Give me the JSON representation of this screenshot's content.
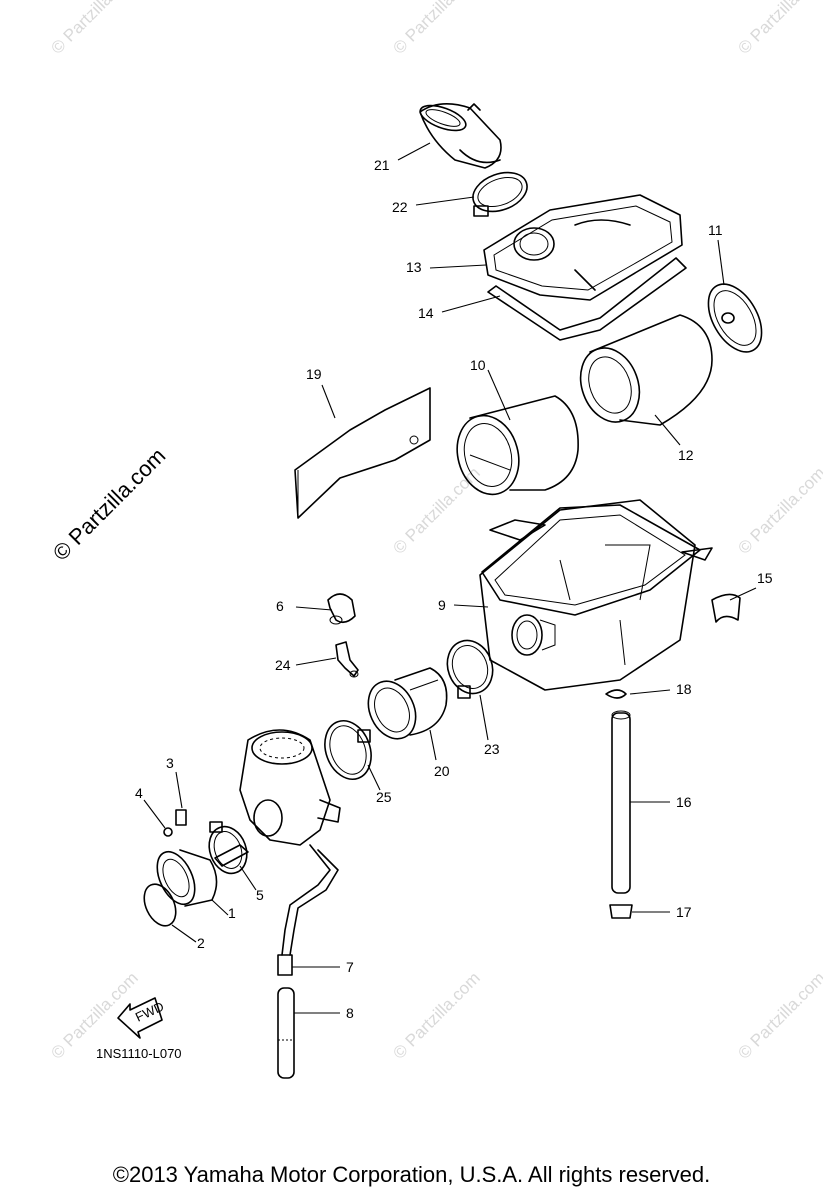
{
  "watermark": "© Partzilla.com",
  "diagram_code": "1NS1110-L070",
  "fwd_label": "FWD",
  "copyright": "©2013 Yamaha Motor Corporation, U.S.A. All rights reserved.",
  "callouts": [
    "1",
    "2",
    "3",
    "4",
    "5",
    "6",
    "7",
    "8",
    "9",
    "10",
    "11",
    "12",
    "13",
    "14",
    "15",
    "16",
    "17",
    "18",
    "19",
    "20",
    "21",
    "22",
    "23",
    "24",
    "25"
  ]
}
